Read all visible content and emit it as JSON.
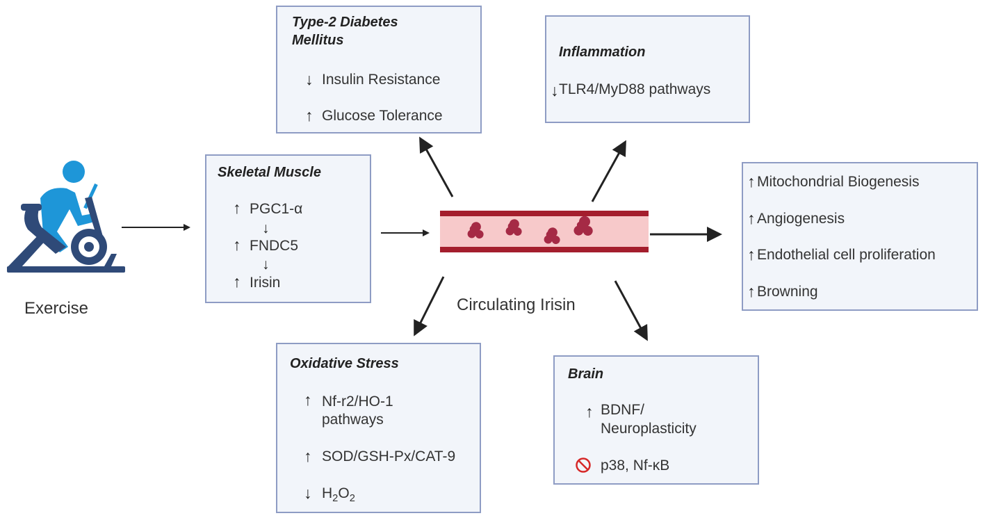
{
  "exercise": {
    "label": "Exercise",
    "icon": "cyclist-icon",
    "color": "#1e96d8"
  },
  "center": {
    "label": "Circulating Irisin",
    "icon": "blood-vessel-icon"
  },
  "up_arrow": "↑",
  "down_arrow": "↓",
  "skeletal": {
    "title": "Skeletal Muscle",
    "items": [
      "PGC1-α",
      "FNDC5",
      "Irisin"
    ]
  },
  "t2dm": {
    "title_line1": "Type-2 Diabetes",
    "title_line2": "Mellitus",
    "items": [
      "Insulin Resistance",
      "Glucose Tolerance"
    ]
  },
  "inflammation": {
    "title": "Inflammation",
    "items": [
      "TLR4/MyD88 pathways"
    ]
  },
  "effects": {
    "items": [
      "Mitochondrial Biogenesis",
      "Angiogenesis",
      "Endothelial cell proliferation",
      "Browning"
    ]
  },
  "oxidative": {
    "title": "Oxidative Stress",
    "item1_line1": "Nf-r2/HO-1",
    "item1_line2": "pathways",
    "item2": "SOD/GSH-Px/CAT-9",
    "item3_main": "H",
    "item3_sub1": "2",
    "item3_mid": "O",
    "item3_sub2": "2"
  },
  "brain": {
    "title": "Brain",
    "item1_line1": "BDNF/",
    "item1_line2": "Neuroplasticity",
    "item2": "p38, Nf-κB",
    "inhibit_icon": "no-symbol-icon"
  },
  "colors": {
    "box_fill": "#f2f5fa",
    "box_border": "#8e9cc4",
    "vessel_dark": "#a41e2d",
    "vessel_light": "#f7c9ca",
    "cell": "#a52a45",
    "inhibit": "#d62828"
  }
}
